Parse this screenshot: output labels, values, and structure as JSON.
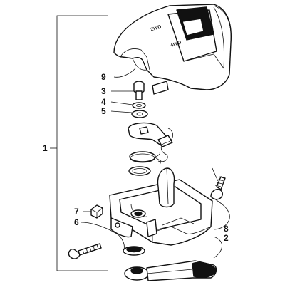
{
  "diagram": {
    "switch_labels": {
      "two_wd": "2WD",
      "four_wd": "4WD"
    },
    "callouts": {
      "c1": "1",
      "c2": "2",
      "c3": "3",
      "c4": "4",
      "c5": "5",
      "c6": "6",
      "c7": "7",
      "c8": "8",
      "c9": "9"
    }
  }
}
